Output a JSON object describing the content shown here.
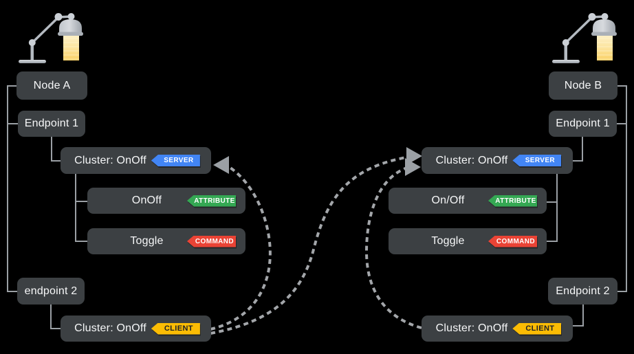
{
  "diagram": {
    "background_color": "#000000",
    "box_color": "#3c4043",
    "connector_color": "#9ba0a5",
    "binding_arrow_color": "#a3a6aa",
    "left_icon": "desk-lamp-icon",
    "right_icon": "desk-lamp-icon"
  },
  "badges": {
    "server": {
      "label": "SERVER",
      "color": "#4285f4"
    },
    "attribute": {
      "label": "ATTRIBUTE",
      "color": "#34a853"
    },
    "command": {
      "label": "COMMAND",
      "color": "#ea4335"
    },
    "client": {
      "label": "CLIENT",
      "color": "#fbbc04"
    }
  },
  "node_a": {
    "title": "Node A",
    "endpoint1": "Endpoint 1",
    "server_cluster": "Cluster: OnOff",
    "attribute_row": "OnOff",
    "command_row": "Toggle",
    "endpoint2": "endpoint 2",
    "client_cluster": "Cluster: OnOff"
  },
  "node_b": {
    "title": "Node B",
    "endpoint1": "Endpoint 1",
    "server_cluster": "Cluster: OnOff",
    "attribute_row": "On/Off",
    "command_row": "Toggle",
    "endpoint2": "Endpoint 2",
    "client_cluster": "Cluster: OnOff"
  }
}
